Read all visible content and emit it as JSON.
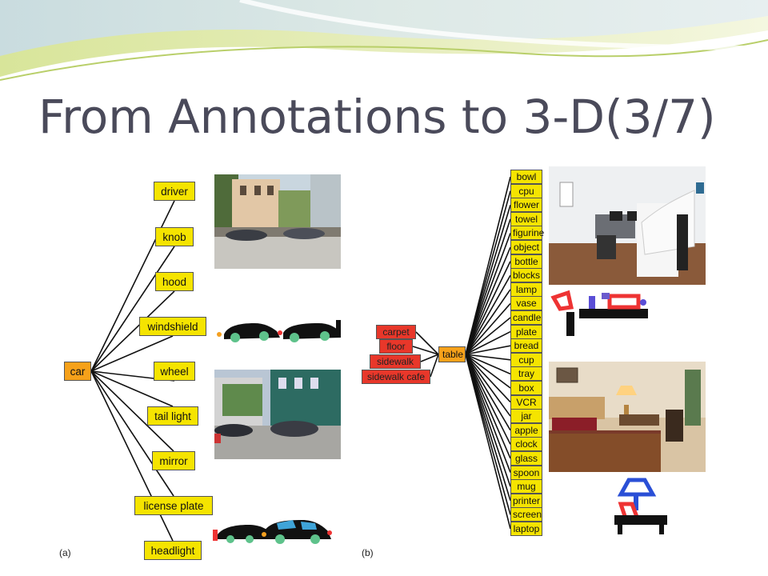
{
  "slide": {
    "title": "From Annotations to 3-D(3/7)"
  },
  "panel_a": {
    "label": "(a)",
    "root": "car",
    "parts": [
      "driver",
      "knob",
      "hood",
      "windshield",
      "wheel",
      "tail light",
      "mirror",
      "license plate",
      "headlight"
    ]
  },
  "panel_b": {
    "label": "(b)",
    "root": "table",
    "supports": [
      "carpet",
      "floor",
      "sidewalk",
      "sidewalk cafe"
    ],
    "objects": [
      "bowl",
      "cpu",
      "flower",
      "towel",
      "figurine",
      "object",
      "bottle",
      "blocks",
      "lamp",
      "vase",
      "candle",
      "plate",
      "bread",
      "cup",
      "tray",
      "box",
      "VCR",
      "jar",
      "apple",
      "clock",
      "glass",
      "spoon",
      "mug",
      "printer",
      "screen",
      "laptop"
    ]
  },
  "colors": {
    "title": "#4a4a5a",
    "part_tag": "#f5e400",
    "root_tag": "#f6a11a",
    "support_tag": "#e8372a"
  }
}
